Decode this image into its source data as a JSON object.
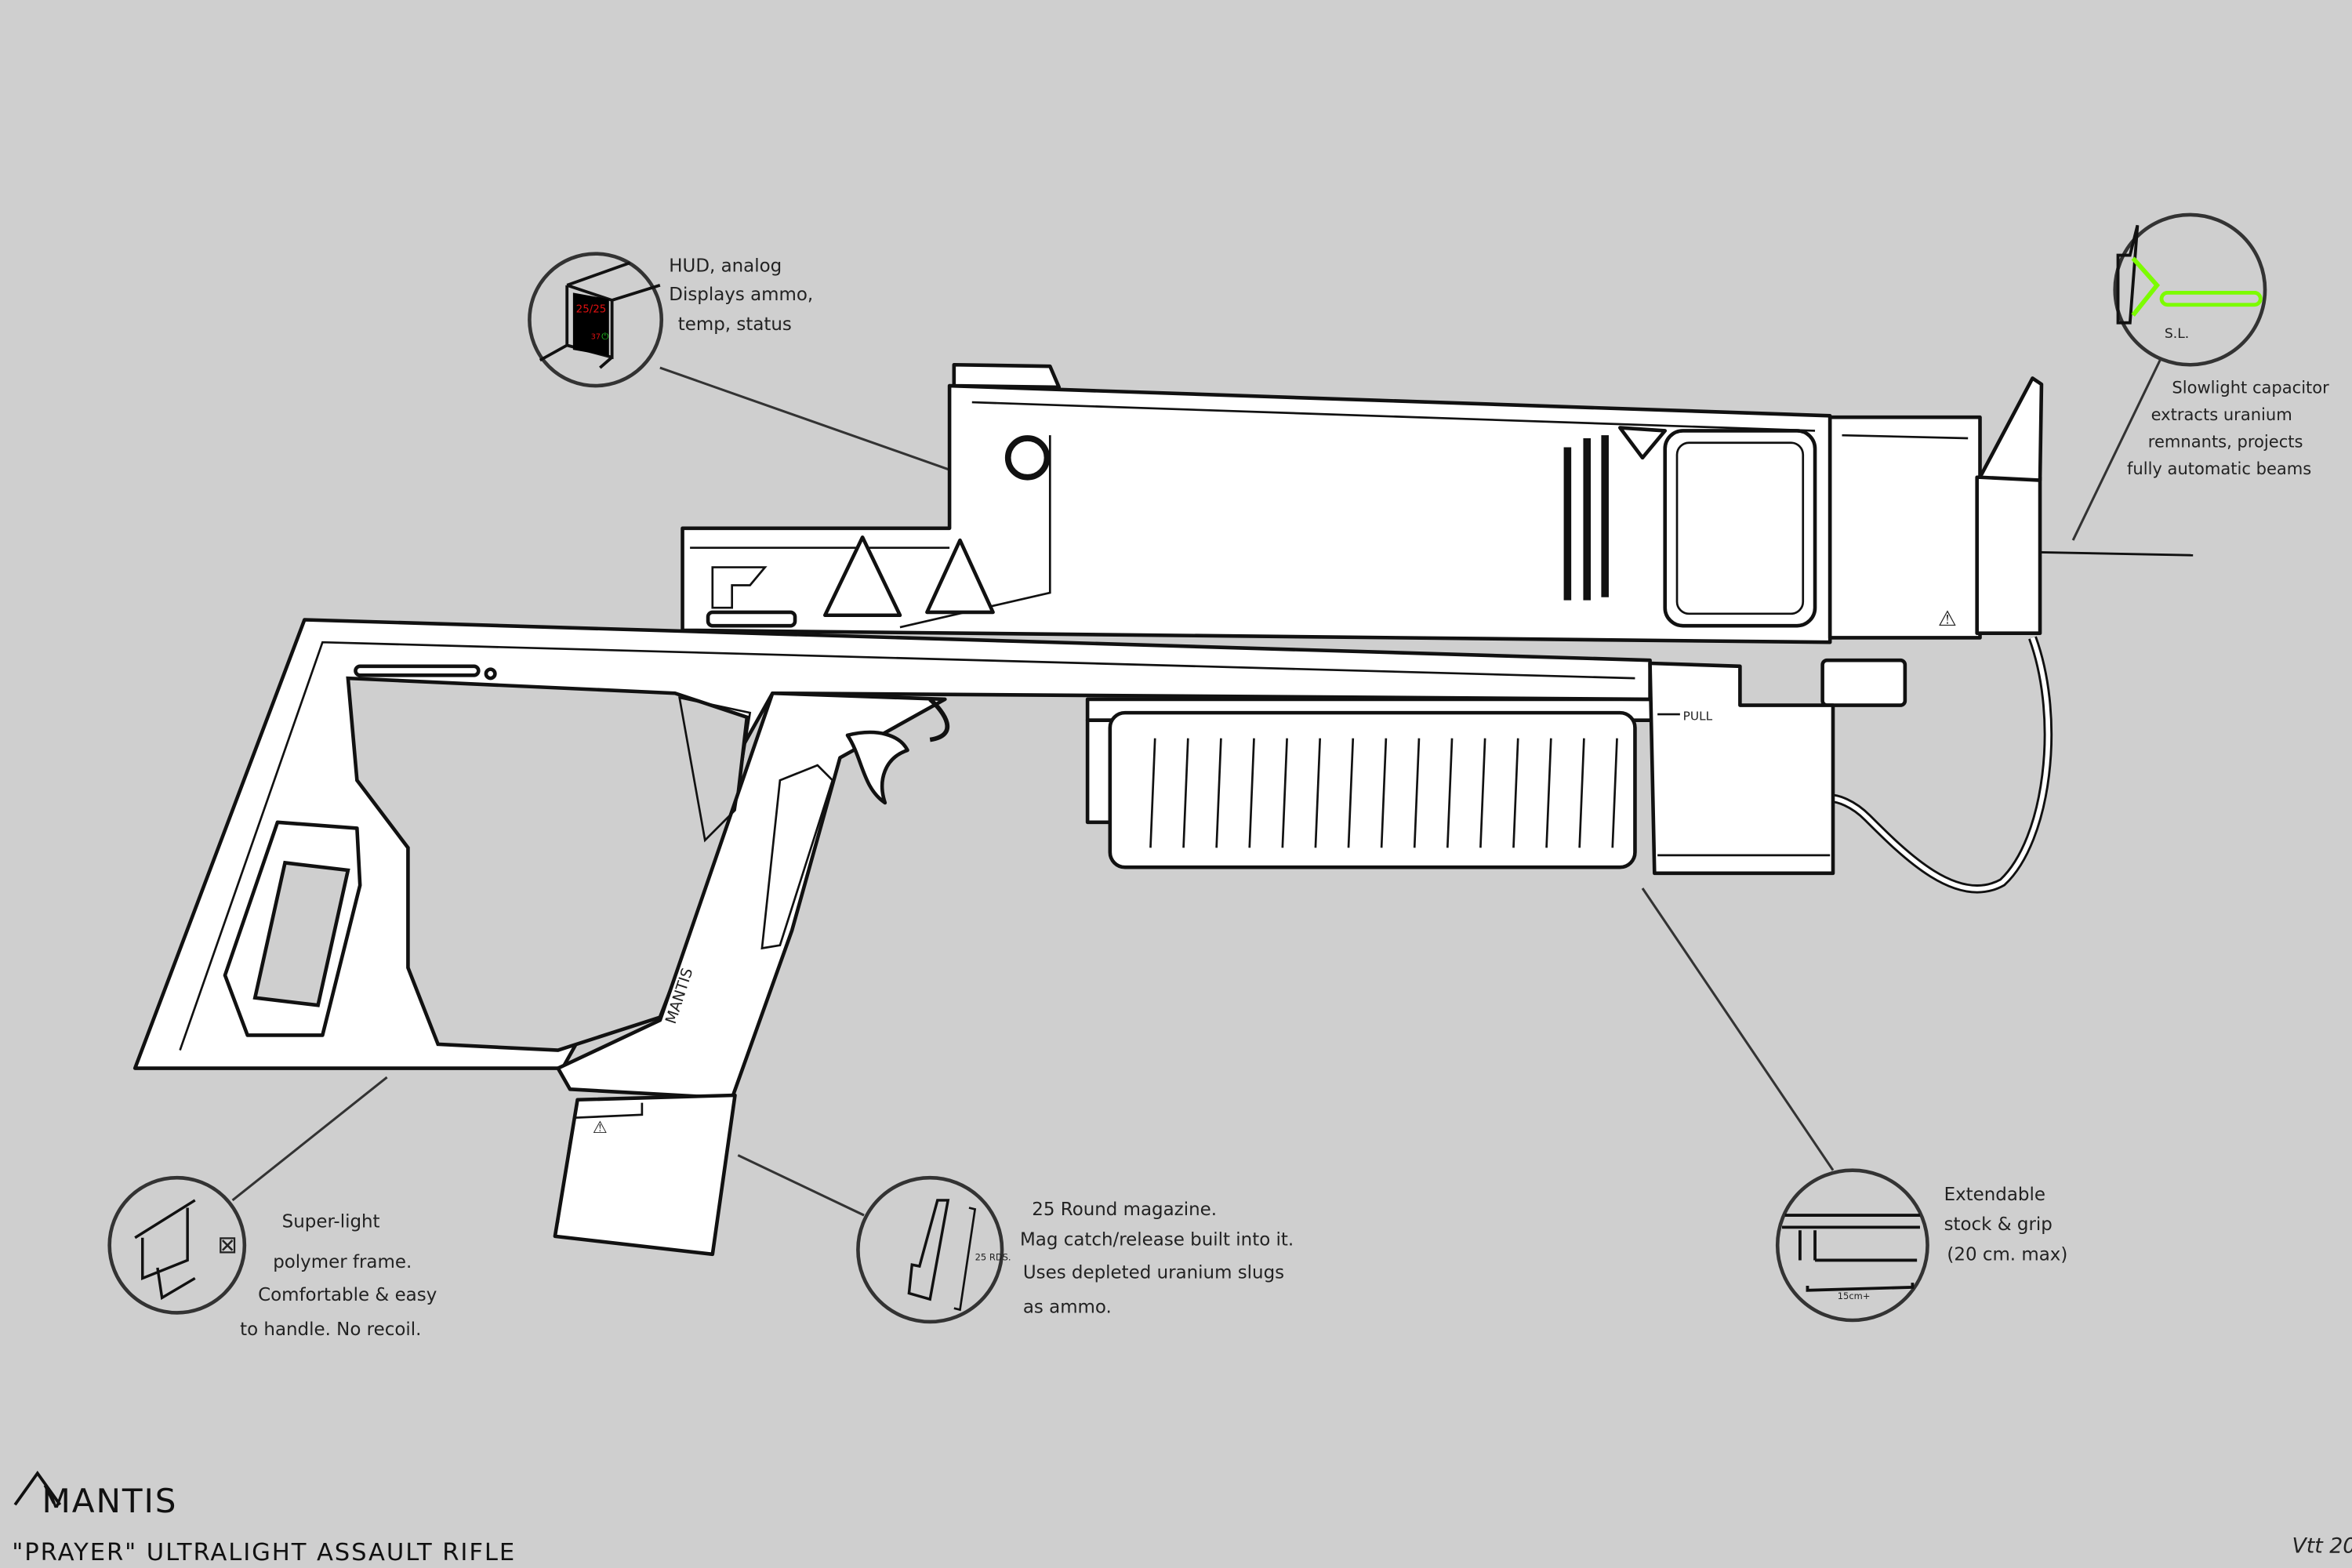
{
  "title": {
    "brand": "MANTIS",
    "subtitle": "\"PRAYER\" ULTRALIGHT ASSAULT RIFLE"
  },
  "signature": "Vtt 20",
  "rifle": {
    "grip_engraving": "MANTIS",
    "pull_label": "PULL"
  },
  "callouts": {
    "hud": {
      "lines": [
        "HUD, analog",
        "Displays ammo,",
        "temp, status"
      ],
      "display_ammo": "25/25",
      "display_temp": "37",
      "colors": {
        "display": "#e01010",
        "status": "#22cc22"
      }
    },
    "slowlight": {
      "inset_label": "S.L.",
      "lines": [
        "Slowlight capacitor",
        "extracts uranium",
        "remnants, projects",
        "fully automatic beams"
      ],
      "beam_color": "#7cfc00"
    },
    "frame": {
      "lines": [
        "Super-light",
        "polymer frame.",
        "Comfortable & easy",
        "to handle. No recoil."
      ]
    },
    "magazine": {
      "inset_label": "25 RDS.",
      "lines": [
        "25 Round magazine.",
        "Mag catch/release built into it.",
        "Uses depleted uranium slugs",
        "as ammo."
      ]
    },
    "stock": {
      "inset_label": "15cm+",
      "lines": [
        "Extendable",
        "stock & grip",
        "(20 cm. max)"
      ]
    }
  }
}
